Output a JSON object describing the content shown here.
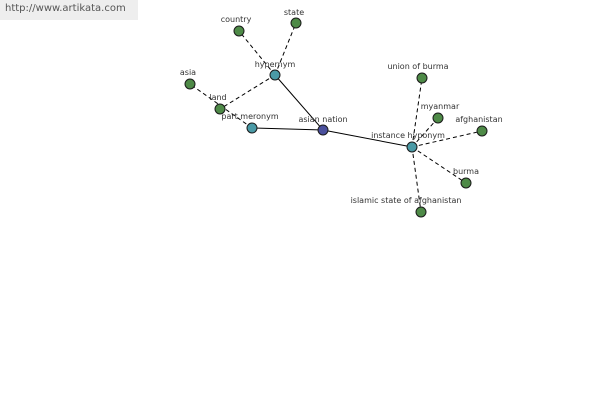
{
  "watermark": {
    "url": "http://www.artikata.com"
  },
  "colors": {
    "root": "#4a4f9c",
    "relation": "#4a9aa6",
    "leaf": "#4e8a47"
  },
  "graph": {
    "nodes": [
      {
        "id": "asian-nation",
        "label": "asian nation",
        "kind": "root"
      },
      {
        "id": "hypernym",
        "label": "hypernym",
        "kind": "relation"
      },
      {
        "id": "part-meronym",
        "label": "part meronym",
        "kind": "relation"
      },
      {
        "id": "instance-hyponym",
        "label": "instance hyponym",
        "kind": "relation"
      },
      {
        "id": "country",
        "label": "country",
        "kind": "leaf"
      },
      {
        "id": "state",
        "label": "state",
        "kind": "leaf"
      },
      {
        "id": "land",
        "label": "land",
        "kind": "leaf"
      },
      {
        "id": "asia",
        "label": "asia",
        "kind": "leaf"
      },
      {
        "id": "union-of-burma",
        "label": "union of burma",
        "kind": "leaf"
      },
      {
        "id": "myanmar",
        "label": "myanmar",
        "kind": "leaf"
      },
      {
        "id": "afghanistan",
        "label": "afghanistan",
        "kind": "leaf"
      },
      {
        "id": "burma",
        "label": "burma",
        "kind": "leaf"
      },
      {
        "id": "islamic-state-of-afghanistan",
        "label": "islamic state of afghanistan",
        "kind": "leaf"
      }
    ],
    "edges": [
      {
        "from": "asian-nation",
        "to": "hypernym",
        "style": "solid"
      },
      {
        "from": "asian-nation",
        "to": "part-meronym",
        "style": "solid"
      },
      {
        "from": "asian-nation",
        "to": "instance-hyponym",
        "style": "solid"
      },
      {
        "from": "hypernym",
        "to": "country",
        "style": "dashed"
      },
      {
        "from": "hypernym",
        "to": "state",
        "style": "dashed"
      },
      {
        "from": "hypernym",
        "to": "land",
        "style": "dashed"
      },
      {
        "from": "part-meronym",
        "to": "asia",
        "style": "dashed"
      },
      {
        "from": "instance-hyponym",
        "to": "union-of-burma",
        "style": "dashed"
      },
      {
        "from": "instance-hyponym",
        "to": "myanmar",
        "style": "dashed"
      },
      {
        "from": "instance-hyponym",
        "to": "afghanistan",
        "style": "dashed"
      },
      {
        "from": "instance-hyponym",
        "to": "burma",
        "style": "dashed"
      },
      {
        "from": "instance-hyponym",
        "to": "islamic-state-of-afghanistan",
        "style": "dashed"
      }
    ]
  }
}
